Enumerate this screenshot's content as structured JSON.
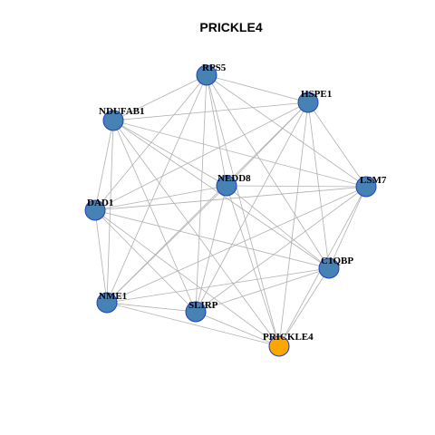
{
  "title": "PRICKLE4",
  "colors": {
    "node_fill": "#4682b4",
    "focus_fill": "#ffa500",
    "node_stroke": "#1f3fbf",
    "edge": "#b0b0b0"
  },
  "nodes": [
    {
      "id": "RPS5",
      "label": "RPS5",
      "focus": false
    },
    {
      "id": "HSPE1",
      "label": "HSPE1",
      "focus": false
    },
    {
      "id": "NDUFAB1",
      "label": "NDUFAB1",
      "focus": false
    },
    {
      "id": "NEDD8",
      "label": "NEDD8",
      "focus": false
    },
    {
      "id": "LSM7",
      "label": "LSM7",
      "focus": false
    },
    {
      "id": "DAD1",
      "label": "DAD1",
      "focus": false
    },
    {
      "id": "C1QBP",
      "label": "C1QBP",
      "focus": false
    },
    {
      "id": "NME1",
      "label": "NME1",
      "focus": false
    },
    {
      "id": "SLIRP",
      "label": "SLIRP",
      "focus": false
    },
    {
      "id": "PRICKLE4",
      "label": "PRICKLE4",
      "focus": true
    }
  ],
  "edges": [
    [
      "RPS5",
      "HSPE1"
    ],
    [
      "RPS5",
      "NDUFAB1"
    ],
    [
      "RPS5",
      "NEDD8"
    ],
    [
      "RPS5",
      "LSM7"
    ],
    [
      "RPS5",
      "DAD1"
    ],
    [
      "RPS5",
      "C1QBP"
    ],
    [
      "RPS5",
      "SLIRP"
    ],
    [
      "RPS5",
      "PRICKLE4"
    ],
    [
      "RPS5",
      "NME1"
    ],
    [
      "HSPE1",
      "NDUFAB1"
    ],
    [
      "HSPE1",
      "NEDD8"
    ],
    [
      "HSPE1",
      "LSM7"
    ],
    [
      "HSPE1",
      "C1QBP"
    ],
    [
      "HSPE1",
      "NME1"
    ],
    [
      "HSPE1",
      "SLIRP"
    ],
    [
      "HSPE1",
      "PRICKLE4"
    ],
    [
      "HSPE1",
      "DAD1"
    ],
    [
      "NDUFAB1",
      "NEDD8"
    ],
    [
      "NDUFAB1",
      "LSM7"
    ],
    [
      "NDUFAB1",
      "DAD1"
    ],
    [
      "NDUFAB1",
      "C1QBP"
    ],
    [
      "NDUFAB1",
      "NME1"
    ],
    [
      "NDUFAB1",
      "SLIRP"
    ],
    [
      "NDUFAB1",
      "PRICKLE4"
    ],
    [
      "NEDD8",
      "LSM7"
    ],
    [
      "NEDD8",
      "DAD1"
    ],
    [
      "NEDD8",
      "C1QBP"
    ],
    [
      "NEDD8",
      "NME1"
    ],
    [
      "NEDD8",
      "SLIRP"
    ],
    [
      "NEDD8",
      "PRICKLE4"
    ],
    [
      "LSM7",
      "DAD1"
    ],
    [
      "LSM7",
      "C1QBP"
    ],
    [
      "LSM7",
      "NME1"
    ],
    [
      "LSM7",
      "SLIRP"
    ],
    [
      "LSM7",
      "PRICKLE4"
    ],
    [
      "DAD1",
      "C1QBP"
    ],
    [
      "DAD1",
      "NME1"
    ],
    [
      "DAD1",
      "SLIRP"
    ],
    [
      "DAD1",
      "PRICKLE4"
    ],
    [
      "C1QBP",
      "NME1"
    ],
    [
      "C1QBP",
      "SLIRP"
    ],
    [
      "C1QBP",
      "PRICKLE4"
    ],
    [
      "NME1",
      "SLIRP"
    ],
    [
      "NME1",
      "PRICKLE4"
    ],
    [
      "SLIRP",
      "PRICKLE4"
    ]
  ]
}
